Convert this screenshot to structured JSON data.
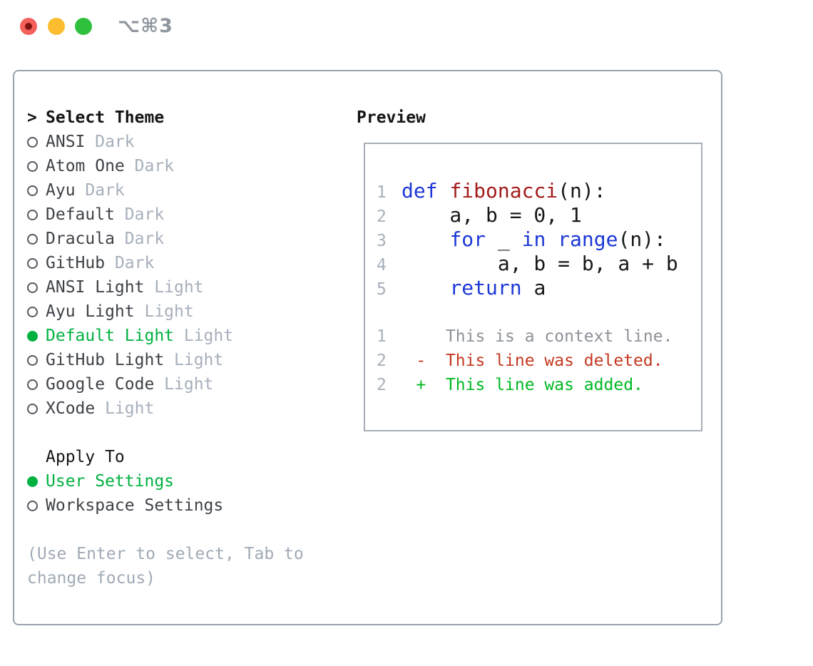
{
  "titlebar": {
    "title": "⌥⌘3"
  },
  "colors": {
    "accent_green": "#00b140",
    "keyword_blue": "#1c38d6",
    "function_red": "#a31c1c",
    "deleted_red": "#c4381f",
    "added_green": "#00b822",
    "muted_gray": "#a6afbb",
    "traffic_red": "#f4605b",
    "traffic_yellow": "#fcbe2f",
    "traffic_green": "#2fc13e"
  },
  "theme_selector": {
    "focus_marker": ">",
    "header": "Select Theme",
    "items": [
      {
        "name": "ANSI",
        "variant": "Dark",
        "selected": false
      },
      {
        "name": "Atom One",
        "variant": "Dark",
        "selected": false
      },
      {
        "name": "Ayu",
        "variant": "Dark",
        "selected": false
      },
      {
        "name": "Default",
        "variant": "Dark",
        "selected": false
      },
      {
        "name": "Dracula",
        "variant": "Dark",
        "selected": false
      },
      {
        "name": "GitHub",
        "variant": "Dark",
        "selected": false
      },
      {
        "name": "ANSI Light",
        "variant": "Light",
        "selected": false
      },
      {
        "name": "Ayu Light",
        "variant": "Light",
        "selected": false
      },
      {
        "name": "Default Light",
        "variant": "Light",
        "selected": true
      },
      {
        "name": "GitHub Light",
        "variant": "Light",
        "selected": false
      },
      {
        "name": "Google Code",
        "variant": "Light",
        "selected": false
      },
      {
        "name": "XCode",
        "variant": "Light",
        "selected": false
      }
    ]
  },
  "apply_to": {
    "header": "Apply To",
    "items": [
      {
        "label": "User Settings",
        "selected": true
      },
      {
        "label": "Workspace Settings",
        "selected": false
      }
    ]
  },
  "help_text": "(Use Enter to select, Tab to\nchange focus)",
  "preview": {
    "title": "Preview",
    "code_lines": [
      {
        "num": "1",
        "segments": [
          {
            "t": "def",
            "c": "keyword"
          },
          {
            "t": " "
          },
          {
            "t": "fibonacci",
            "c": "function"
          },
          {
            "t": "(n):"
          }
        ]
      },
      {
        "num": "2",
        "segments": [
          {
            "t": "    a, b = 0, 1"
          }
        ]
      },
      {
        "num": "3",
        "segments": [
          {
            "t": "    "
          },
          {
            "t": "for",
            "c": "keyword"
          },
          {
            "t": " _ "
          },
          {
            "t": "in",
            "c": "keyword"
          },
          {
            "t": " "
          },
          {
            "t": "range",
            "c": "keyword"
          },
          {
            "t": "(n):"
          }
        ]
      },
      {
        "num": "4",
        "segments": [
          {
            "t": "        a, b = b, a + b"
          }
        ]
      },
      {
        "num": "5",
        "segments": [
          {
            "t": "    "
          },
          {
            "t": "return",
            "c": "keyword"
          },
          {
            "t": " a"
          }
        ]
      }
    ],
    "diff_lines": [
      {
        "type": "context",
        "segments": [
          {
            "t": "1",
            "c": "lineno"
          },
          {
            "t": "      This is a context line.",
            "c": "context"
          }
        ]
      },
      {
        "type": "deleted",
        "segments": [
          {
            "t": "2",
            "c": "lineno"
          },
          {
            "t": "   "
          },
          {
            "t": "-  This line was deleted.",
            "c": "deleted"
          }
        ]
      },
      {
        "type": "added",
        "segments": [
          {
            "t": "2",
            "c": "lineno"
          },
          {
            "t": "   "
          },
          {
            "t": "+  This line was added.",
            "c": "added"
          }
        ]
      }
    ]
  }
}
